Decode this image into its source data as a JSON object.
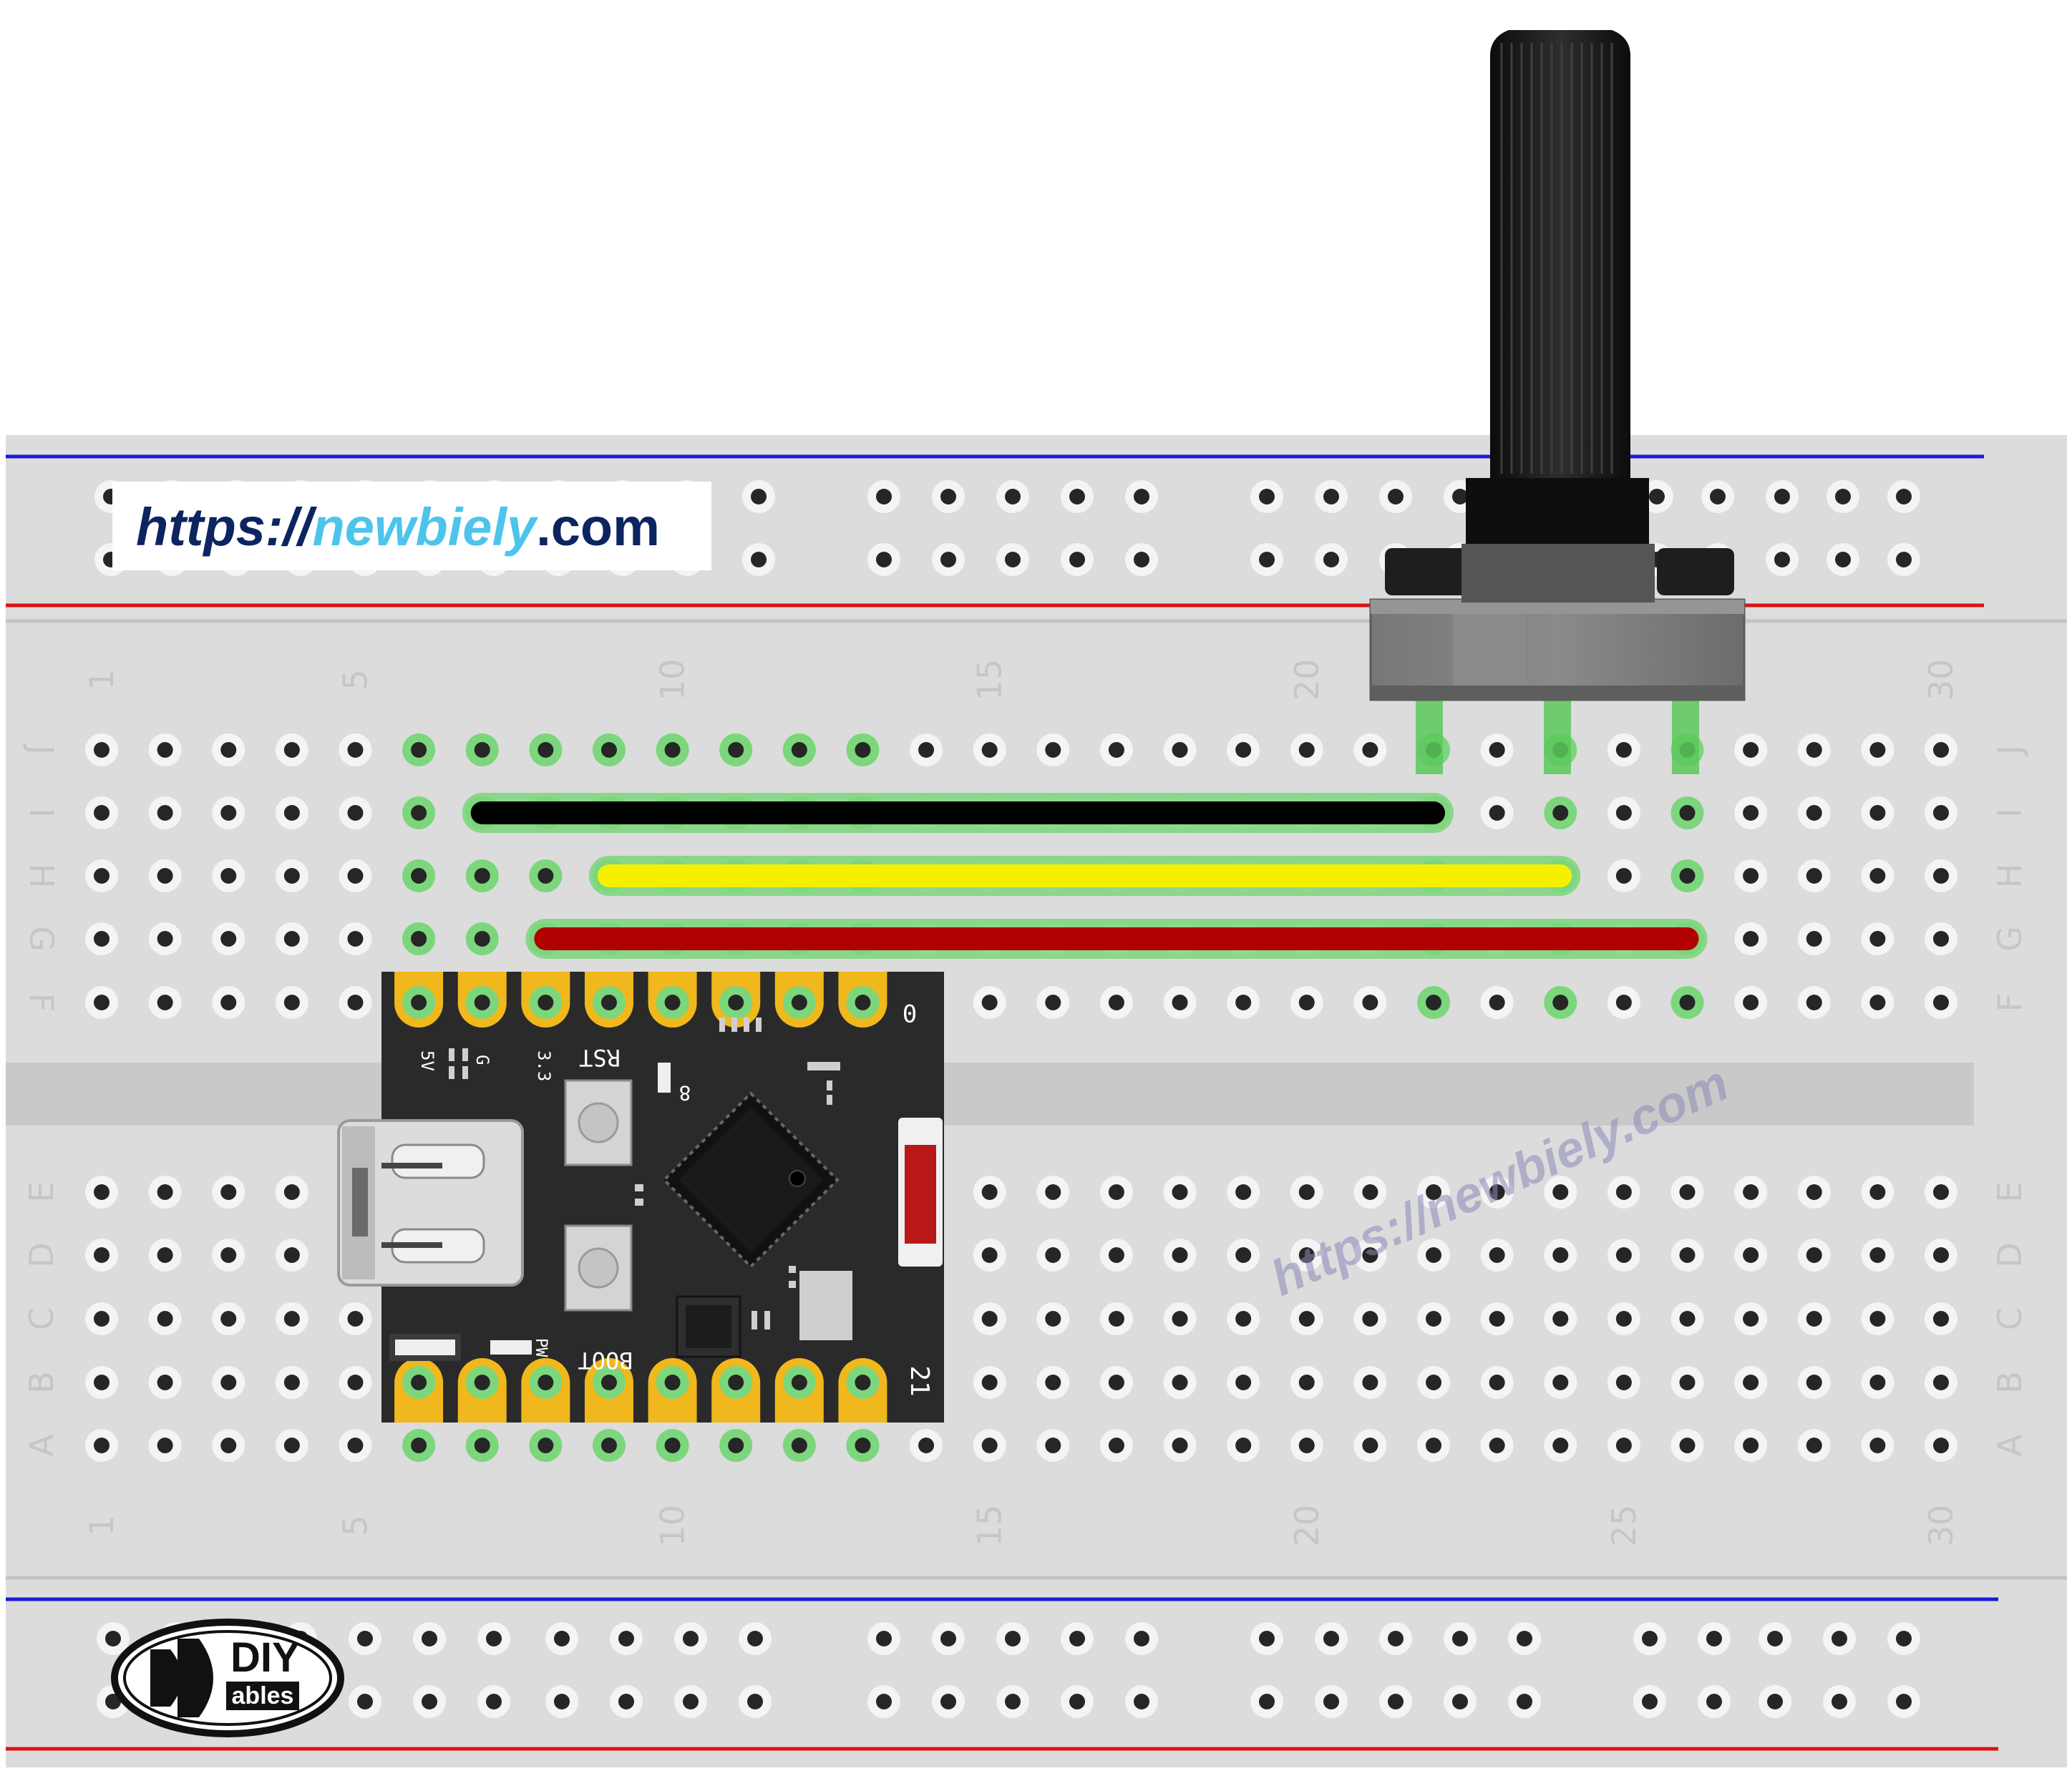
{
  "watermark_top": {
    "prefix": "https://",
    "name": "newbiely",
    "suffix": ".com"
  },
  "watermark_diagonal": "https://newbiely.com",
  "logo": {
    "big": "DIY",
    "small": "ables"
  },
  "breadboard": {
    "columns": 30,
    "row_labels_top": [
      "J",
      "I",
      "H",
      "G",
      "F"
    ],
    "row_labels_bottom": [
      "E",
      "D",
      "C",
      "B",
      "A"
    ],
    "column_numbers": [
      "1",
      "5",
      "10",
      "15",
      "20",
      "25",
      "30"
    ],
    "colors": {
      "board": "#dcdcdc",
      "hole": "#262626",
      "hole_ring": "#f4f4f4",
      "active_hole": "#7cd67c",
      "rail_plus": "#d81414",
      "rail_minus": "#1a1ad8",
      "divider": "#c9c9c9",
      "label": "#c6c6c6"
    }
  },
  "board": {
    "silk_top": {
      "p5v": "5V",
      "gnd": "G",
      "v33": "3.3",
      "rst": "RST",
      "pin0": "0",
      "p8": "8"
    },
    "silk_bottom": {
      "boot": "BOOT",
      "pw": "PW",
      "pin21": "21"
    },
    "colors": {
      "pcb": "#2a2a2a",
      "pad": "#f0b81c",
      "usb": "#dcdcdc"
    }
  },
  "wires": [
    {
      "name": "black-wire",
      "color": "#000000",
      "from": "I7",
      "to": "I22"
    },
    {
      "name": "yellow-wire",
      "color": "#f5f000",
      "from": "H9",
      "to": "H24"
    },
    {
      "name": "red-wire",
      "color": "#b00000",
      "from": "G8",
      "to": "G26"
    }
  ],
  "potentiometer": {
    "pins": [
      "J22",
      "J24",
      "J26"
    ],
    "colors": {
      "shaft": "#1a1a1a",
      "body": "#7a7a7a",
      "leg": "#5ac85a"
    }
  }
}
